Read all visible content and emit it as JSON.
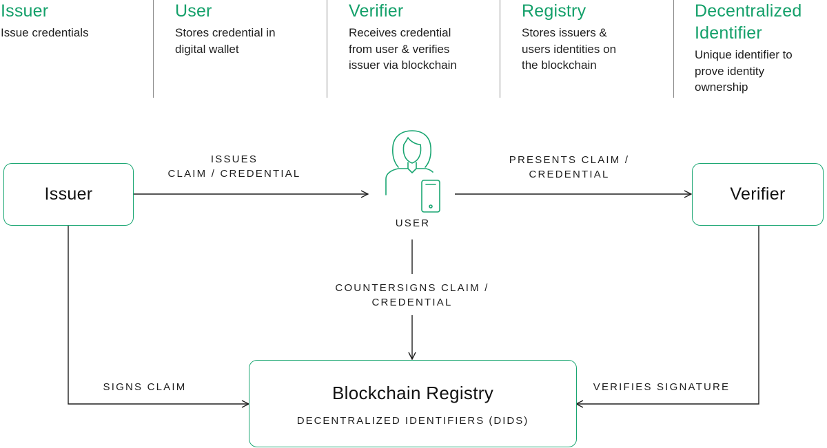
{
  "legend": [
    {
      "title": "Issuer",
      "lines": [
        "Issue credentials"
      ]
    },
    {
      "title": "User",
      "lines": [
        "Stores credential in",
        "digital wallet"
      ]
    },
    {
      "title": "Verifier",
      "lines": [
        "Receives credential",
        "from user & verifies",
        "issuer via blockchain"
      ]
    },
    {
      "title": "Registry",
      "lines": [
        "Stores issuers &",
        "users identities on",
        "the blockchain"
      ]
    },
    {
      "title_lines": [
        "Decentralized",
        "Identifier"
      ],
      "lines": [
        "Unique identifier to",
        "prove identity",
        "ownership"
      ]
    }
  ],
  "nodes": {
    "issuer": "Issuer",
    "verifier": "Verifier",
    "user": "USER",
    "registry": "Blockchain Registry",
    "registry_sub": "DECENTRALIZED IDENTIFIERS (DIDS)"
  },
  "edges": {
    "issues": [
      "ISSUES",
      "CLAIM / CREDENTIAL"
    ],
    "presents": [
      "PRESENTS CLAIM /",
      "CREDENTIAL"
    ],
    "countersigns": [
      "COUNTERSIGNS CLAIM /",
      "CREDENTIAL"
    ],
    "signs": "SIGNS CLAIM",
    "verifies": "VERIFIES SIGNATURE"
  },
  "colors": {
    "accent": "#14a06a",
    "box_border": "#1aa672",
    "line": "#1e1e1e"
  },
  "icons": {
    "user": "person-with-phone-icon"
  }
}
